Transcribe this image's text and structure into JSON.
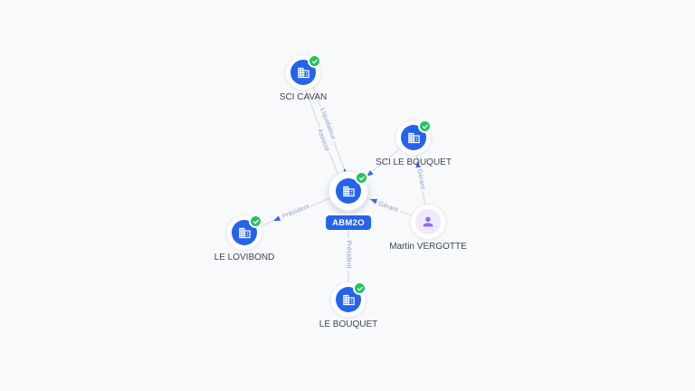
{
  "colors": {
    "background": "#f8f9fb",
    "company_node": "#2563eb",
    "person_node_bg": "#eeeafc",
    "person_node_icon": "#8b6ef6",
    "verified_badge": "#22c55e",
    "edge_line": "#d8dce4",
    "edge_label": "#9195c9",
    "arrow": "#3e68f2",
    "node_label": "#3d4556",
    "center_badge_bg": "#2563eb",
    "center_badge_text": "#ffffff"
  },
  "center": {
    "label": "ABM2O",
    "type": "company",
    "verified": true
  },
  "nodes": [
    {
      "label": "SCI CAVAN",
      "type": "company",
      "verified": true
    },
    {
      "label": "SCI LE BOUQUET",
      "type": "company",
      "verified": true
    },
    {
      "label": "Martin VERGOTTE",
      "type": "person",
      "verified": false
    },
    {
      "label": "LE LOVIBOND",
      "type": "company",
      "verified": true
    },
    {
      "label": "LE BOUQUET",
      "type": "company",
      "verified": true
    }
  ],
  "edges": [
    {
      "from": "ABM2O",
      "to": "SCI CAVAN",
      "label": "Liquidateur"
    },
    {
      "from": "ABM2O",
      "to": "SCI CAVAN",
      "label": "Associé"
    },
    {
      "from": "SCI LE BOUQUET",
      "to": "ABM2O",
      "label": ""
    },
    {
      "from": "Martin VERGOTTE",
      "to": "SCI LE BOUQUET",
      "label": "Gérant"
    },
    {
      "from": "Martin VERGOTTE",
      "to": "ABM2O",
      "label": "Gérant"
    },
    {
      "from": "ABM2O",
      "to": "LE LOVIBOND",
      "label": "Président"
    },
    {
      "from": "ABM2O",
      "to": "LE BOUQUET",
      "label": "Président"
    }
  ]
}
